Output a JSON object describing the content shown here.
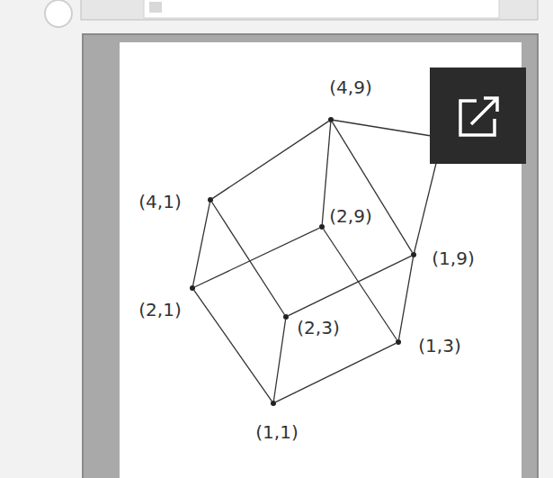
{
  "diagram": {
    "nodes": [
      {
        "text": [
          "(4,9)"
        ]
      },
      {
        "text": [
          "(4,1)"
        ]
      },
      {
        "text": [
          "(2,9)"
        ]
      },
      {
        "text": [
          "(1,9)"
        ]
      },
      {
        "text": [
          "(2,1)"
        ]
      },
      {
        "text": [
          "(2,3)"
        ]
      },
      {
        "text": [
          "(1,3)"
        ]
      },
      {
        "text": [
          "(1,1)"
        ]
      }
    ],
    "edges": [
      {
        "from": 0,
        "to": 1,
        "arrow": "none"
      },
      {
        "from": 0,
        "to": 2,
        "arrow": "none"
      },
      {
        "from": 0,
        "to": 3,
        "arrow": "none"
      },
      {
        "from": 1,
        "to": 4,
        "arrow": "none"
      },
      {
        "from": 1,
        "to": 5,
        "arrow": "none"
      },
      {
        "from": 4,
        "to": 2,
        "arrow": "none"
      },
      {
        "from": 2,
        "to": 6,
        "arrow": "none"
      },
      {
        "from": 4,
        "to": 7,
        "arrow": "none"
      },
      {
        "from": 7,
        "to": 6,
        "arrow": "none"
      },
      {
        "from": 7,
        "to": 5,
        "arrow": "none"
      },
      {
        "from": 5,
        "to": 3,
        "arrow": "none"
      },
      {
        "from": 6,
        "to": 3,
        "arrow": "none"
      }
    ]
  }
}
